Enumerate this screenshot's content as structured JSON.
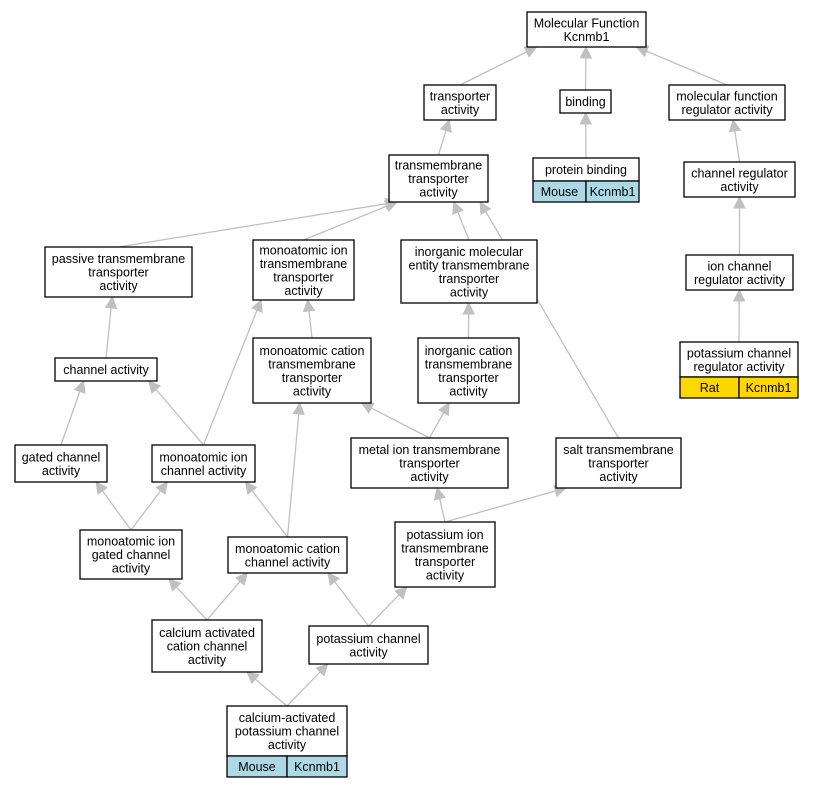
{
  "nodes": [
    {
      "id": "mf",
      "lines": [
        "Molecular Function",
        "Kcnmb1"
      ]
    },
    {
      "id": "transporter",
      "lines": [
        "transporter",
        "activity"
      ]
    },
    {
      "id": "binding",
      "lines": [
        "binding"
      ]
    },
    {
      "id": "mfreg",
      "lines": [
        "molecular function",
        "regulator activity"
      ]
    },
    {
      "id": "tmt",
      "lines": [
        "transmembrane",
        "transporter",
        "activity"
      ]
    },
    {
      "id": "protbind",
      "lines": [
        "protein binding"
      ],
      "annotation": {
        "organism": "Mouse",
        "gene": "Kcnmb1",
        "color": "#add8e6"
      }
    },
    {
      "id": "chreg",
      "lines": [
        "channel regulator",
        "activity"
      ]
    },
    {
      "id": "passive",
      "lines": [
        "passive transmembrane",
        "transporter",
        "activity"
      ]
    },
    {
      "id": "monoion",
      "lines": [
        "monoatomic ion",
        "transmembrane",
        "transporter",
        "activity"
      ]
    },
    {
      "id": "inorgmol",
      "lines": [
        "inorganic molecular",
        "entity transmembrane",
        "transporter",
        "activity"
      ]
    },
    {
      "id": "ionchreg",
      "lines": [
        "ion channel",
        "regulator activity"
      ]
    },
    {
      "id": "channel",
      "lines": [
        "channel activity"
      ]
    },
    {
      "id": "monocat",
      "lines": [
        "monoatomic cation",
        "transmembrane",
        "transporter",
        "activity"
      ]
    },
    {
      "id": "inorgcat",
      "lines": [
        "inorganic cation",
        "transmembrane",
        "transporter",
        "activity"
      ]
    },
    {
      "id": "kchreg",
      "lines": [
        "potassium channel",
        "regulator activity"
      ],
      "annotation": {
        "organism": "Rat",
        "gene": "Kcnmb1",
        "color": "#ffd700"
      }
    },
    {
      "id": "gated",
      "lines": [
        "gated channel",
        "activity"
      ]
    },
    {
      "id": "monoionch",
      "lines": [
        "monoatomic ion",
        "channel activity"
      ]
    },
    {
      "id": "metal",
      "lines": [
        "metal ion transmembrane",
        "transporter",
        "activity"
      ]
    },
    {
      "id": "salt",
      "lines": [
        "salt transmembrane",
        "transporter",
        "activity"
      ]
    },
    {
      "id": "monogated",
      "lines": [
        "monoatomic ion",
        "gated channel",
        "activity"
      ]
    },
    {
      "id": "monocatch",
      "lines": [
        "monoatomic cation",
        "channel activity"
      ]
    },
    {
      "id": "kion",
      "lines": [
        "potassium ion",
        "transmembrane",
        "transporter",
        "activity"
      ]
    },
    {
      "id": "caact",
      "lines": [
        "calcium activated",
        "cation channel",
        "activity"
      ]
    },
    {
      "id": "kch",
      "lines": [
        "potassium channel",
        "activity"
      ]
    },
    {
      "id": "bk",
      "lines": [
        "calcium-activated",
        "potassium channel",
        "activity"
      ],
      "annotation": {
        "organism": "Mouse",
        "gene": "Kcnmb1",
        "color": "#add8e6"
      }
    }
  ],
  "edges": [
    {
      "from": "transporter",
      "to": "mf"
    },
    {
      "from": "binding",
      "to": "mf"
    },
    {
      "from": "mfreg",
      "to": "mf"
    },
    {
      "from": "tmt",
      "to": "transporter"
    },
    {
      "from": "protbind",
      "to": "binding"
    },
    {
      "from": "chreg",
      "to": "mfreg"
    },
    {
      "from": "passive",
      "to": "tmt"
    },
    {
      "from": "monoion",
      "to": "tmt"
    },
    {
      "from": "inorgmol",
      "to": "tmt"
    },
    {
      "from": "salt",
      "to": "tmt"
    },
    {
      "from": "ionchreg",
      "to": "chreg"
    },
    {
      "from": "channel",
      "to": "passive"
    },
    {
      "from": "monocat",
      "to": "monoion"
    },
    {
      "from": "monoionch",
      "to": "monoion"
    },
    {
      "from": "inorgcat",
      "to": "inorgmol"
    },
    {
      "from": "kchreg",
      "to": "ionchreg"
    },
    {
      "from": "gated",
      "to": "channel"
    },
    {
      "from": "monoionch",
      "to": "channel"
    },
    {
      "from": "metal",
      "to": "monocat"
    },
    {
      "from": "monocatch",
      "to": "monocat"
    },
    {
      "from": "metal",
      "to": "inorgcat"
    },
    {
      "from": "monogated",
      "to": "gated"
    },
    {
      "from": "monogated",
      "to": "monoionch"
    },
    {
      "from": "monocatch",
      "to": "monoionch"
    },
    {
      "from": "kion",
      "to": "metal"
    },
    {
      "from": "kion",
      "to": "salt"
    },
    {
      "from": "caact",
      "to": "monogated"
    },
    {
      "from": "caact",
      "to": "monocatch"
    },
    {
      "from": "kch",
      "to": "monocatch"
    },
    {
      "from": "kch",
      "to": "kion"
    },
    {
      "from": "bk",
      "to": "caact"
    },
    {
      "from": "bk",
      "to": "kch"
    }
  ]
}
